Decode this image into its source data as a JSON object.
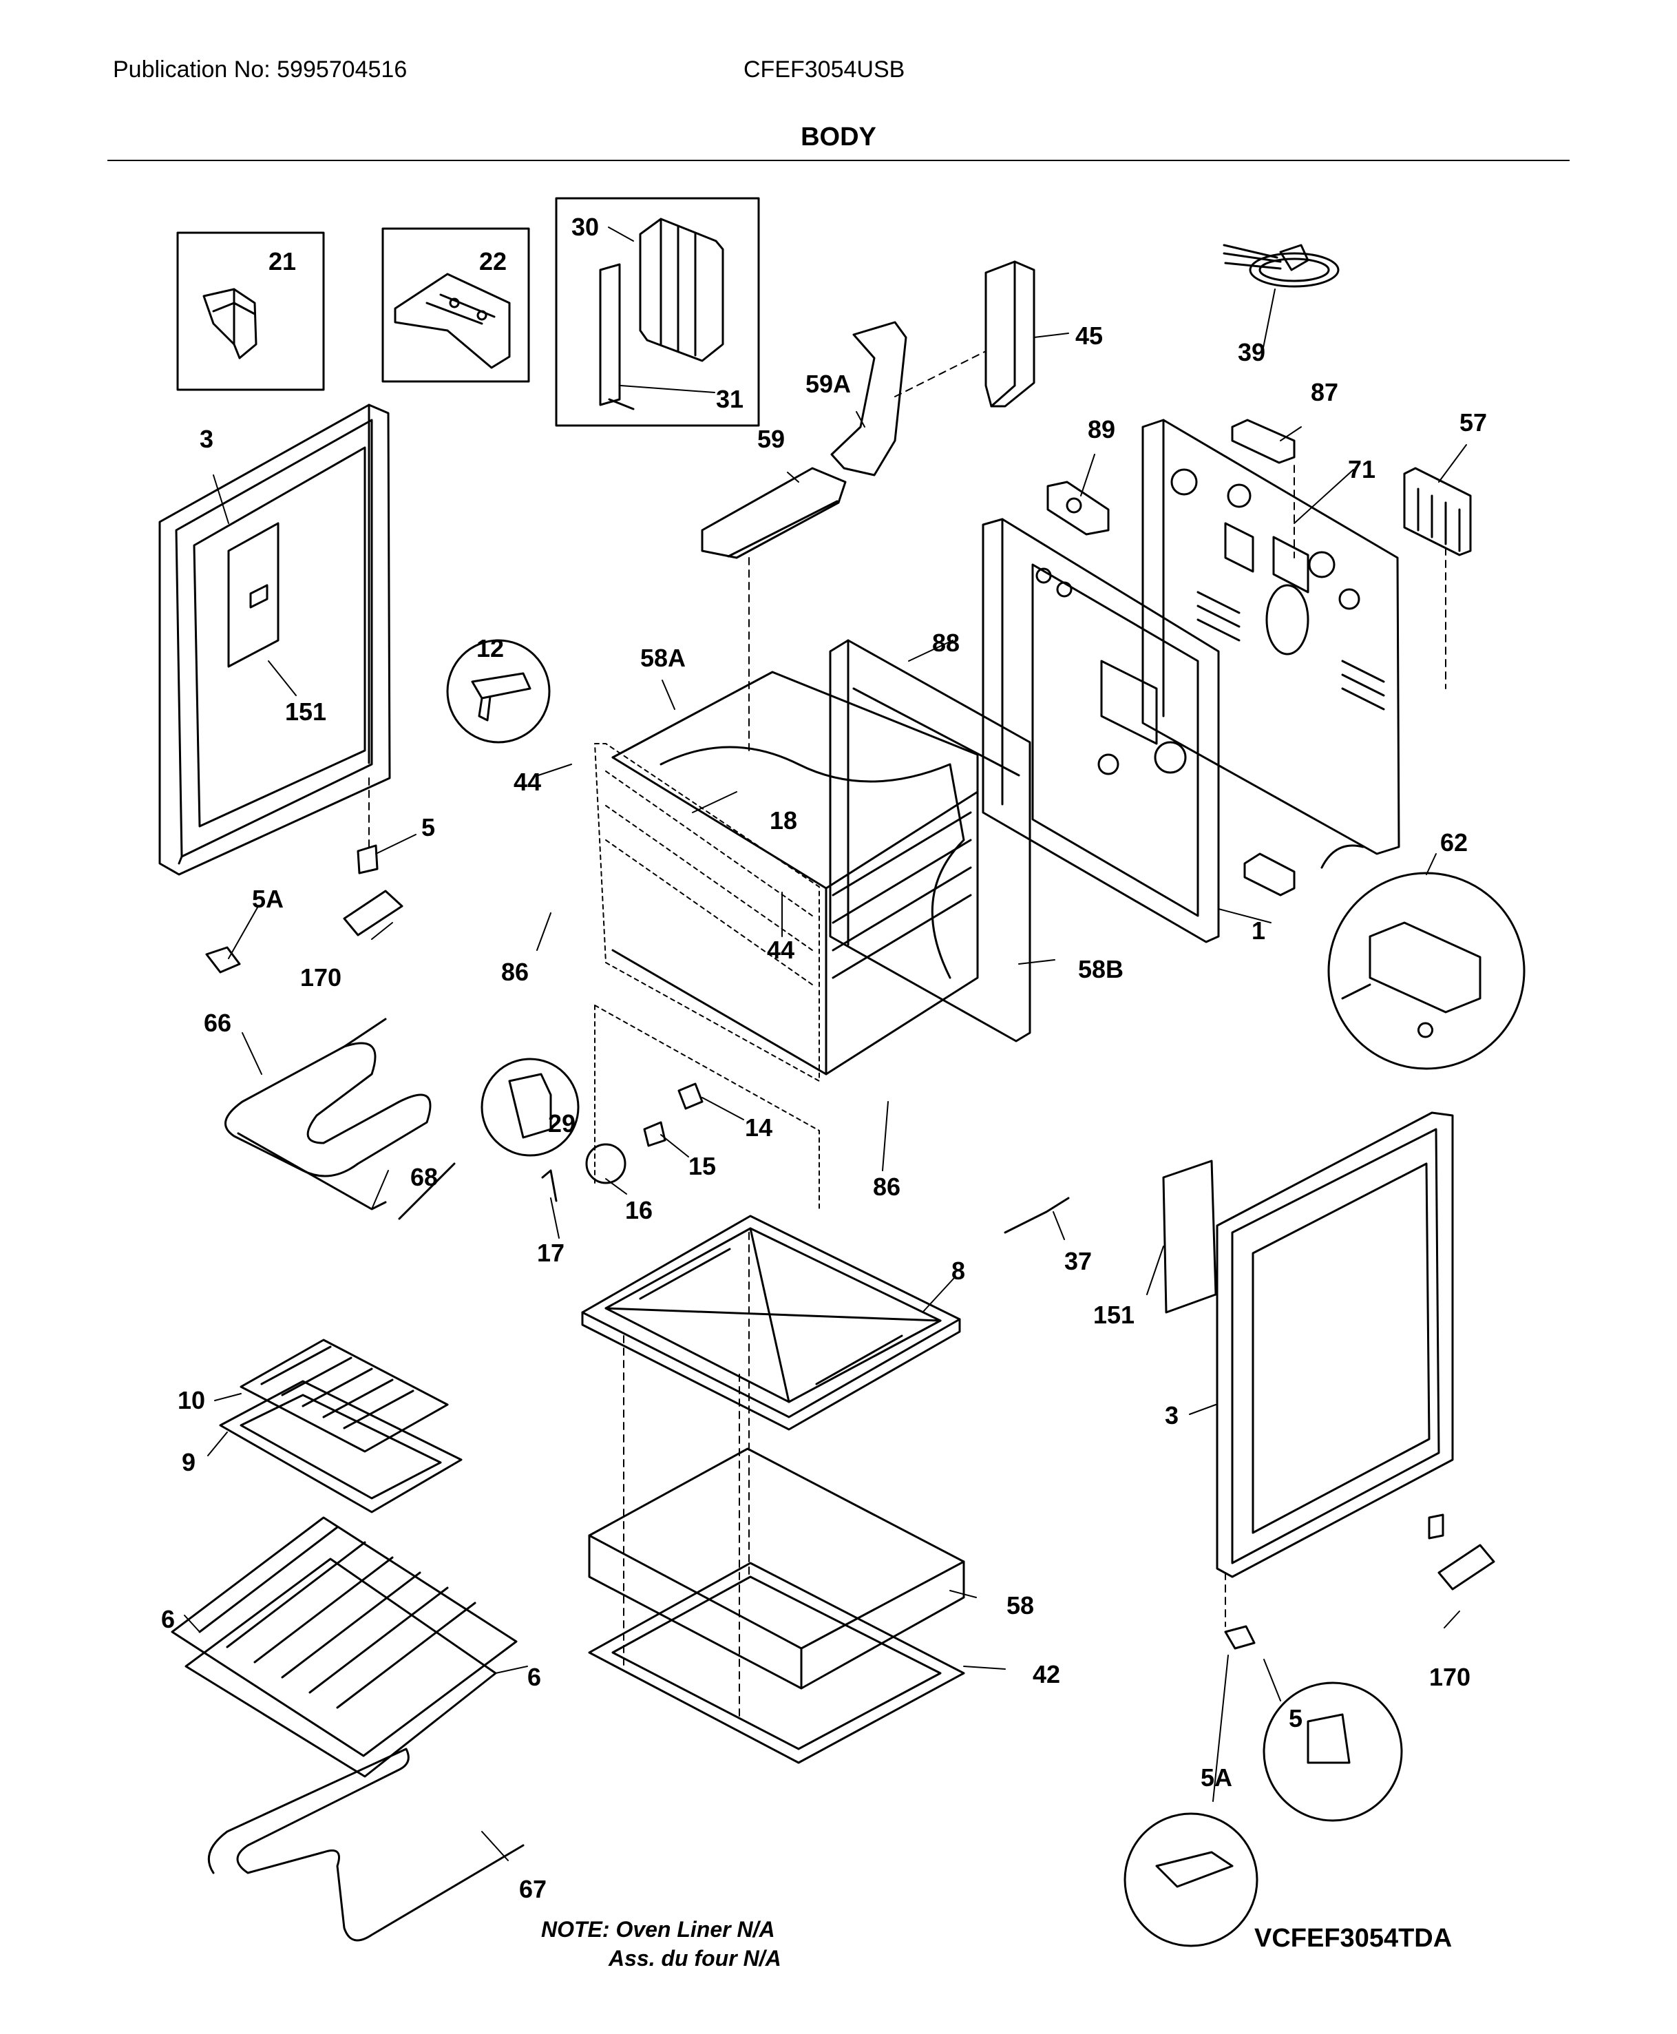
{
  "header": {
    "publication": "Publication No: 5995704516",
    "model": "CFEF3054USB",
    "section_title": "BODY"
  },
  "callouts": [
    "21",
    "22",
    "30",
    "31",
    "45",
    "39",
    "59A",
    "59",
    "87",
    "57",
    "89",
    "71",
    "3",
    "151",
    "12",
    "58A",
    "88",
    "44",
    "5",
    "5A",
    "18",
    "62",
    "170",
    "86",
    "44",
    "1",
    "58B",
    "66",
    "29",
    "14",
    "15",
    "68",
    "16",
    "86",
    "17",
    "37",
    "8",
    "151",
    "10",
    "9",
    "3",
    "6",
    "58",
    "6",
    "42",
    "170",
    "5",
    "5A",
    "67"
  ],
  "notes": {
    "line1": "NOTE: Oven Liner N/A",
    "line2": "Ass. du four N/A"
  },
  "diagram_code": "VCFEF3054TDA"
}
